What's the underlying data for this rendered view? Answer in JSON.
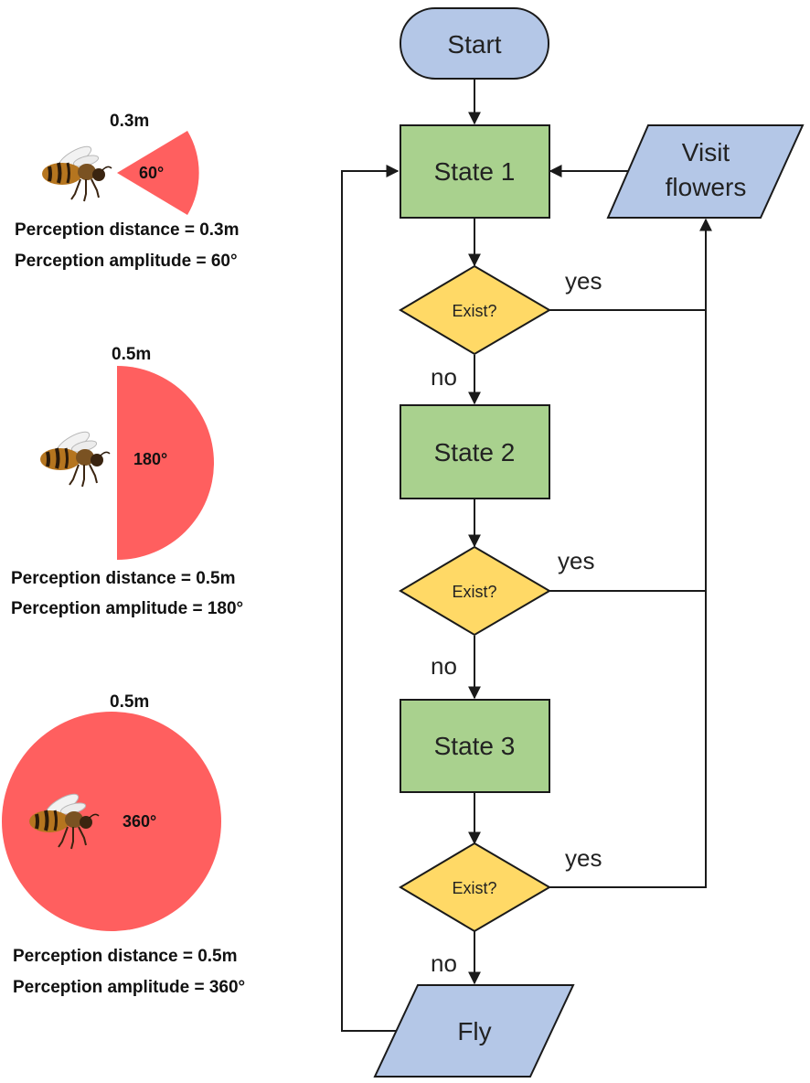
{
  "colors": {
    "sector": "#ff5f5f",
    "start": "#b4c7e7",
    "state": "#a9d18e",
    "decision": "#ffd966",
    "io": "#b4c7e7",
    "stroke": "#1a1a1a"
  },
  "perception": [
    {
      "distance_label": "0.3m",
      "angle_label": "60°",
      "text1": "Perception distance = 0.3m",
      "text2": "Perception amplitude = 60°",
      "icon": "bee-icon"
    },
    {
      "distance_label": "0.5m",
      "angle_label": "180°",
      "text1": "Perception distance = 0.5m",
      "text2": "Perception amplitude = 180°",
      "icon": "bee-icon"
    },
    {
      "distance_label": "0.5m",
      "angle_label": "360°",
      "text1": "Perception distance = 0.5m",
      "text2": "Perception amplitude = 360°",
      "icon": "bee-icon"
    }
  ],
  "flowchart": {
    "start": "Start",
    "state1": "State 1",
    "state2": "State 2",
    "state3": "State 3",
    "decision": "Exist?",
    "yes": "yes",
    "no": "no",
    "visit_line1": "Visit",
    "visit_line2": "flowers",
    "fly": "Fly"
  }
}
